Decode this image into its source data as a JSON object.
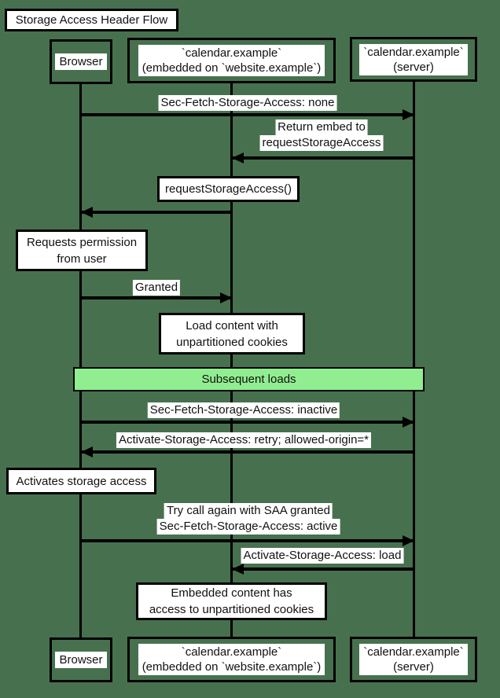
{
  "diagram": {
    "title": "Storage Access Header Flow",
    "actors": {
      "browser": {
        "label": "Browser"
      },
      "embed": {
        "line1": "`calendar.example`",
        "line2": "(embedded on `website.example`)"
      },
      "server": {
        "line1": "`calendar.example`",
        "line2": "(server)"
      }
    },
    "messages": {
      "fetch_none": "Sec-Fetch-Storage-Access: none",
      "return_embed_l1": "Return embed to",
      "return_embed_l2": "requestStorageAccess",
      "granted": "Granted",
      "fetch_inactive": "Sec-Fetch-Storage-Access: inactive",
      "activate_retry": "Activate-Storage-Access: retry; allowed-origin=*",
      "try_again_l1": "Try call again with SAA granted",
      "try_again_l2": "Sec-Fetch-Storage-Access: active",
      "activate_load": "Activate-Storage-Access: load"
    },
    "notes": {
      "request_saa": "requestStorageAccess()",
      "requests_permission_l1": "Requests permission",
      "requests_permission_l2": "from user",
      "load_content_l1": "Load content with",
      "load_content_l2": "unpartitioned cookies",
      "activates_storage": "Activates storage access",
      "embedded_access_l1": "Embedded content has",
      "embedded_access_l2": "access to unpartitioned cookies"
    },
    "divider": {
      "label": "Subsequent loads"
    },
    "colors": {
      "background": "#47714E",
      "divider_fill": "#90EE90",
      "stroke": "#000000",
      "box_fill": "#FFFFFF"
    }
  }
}
